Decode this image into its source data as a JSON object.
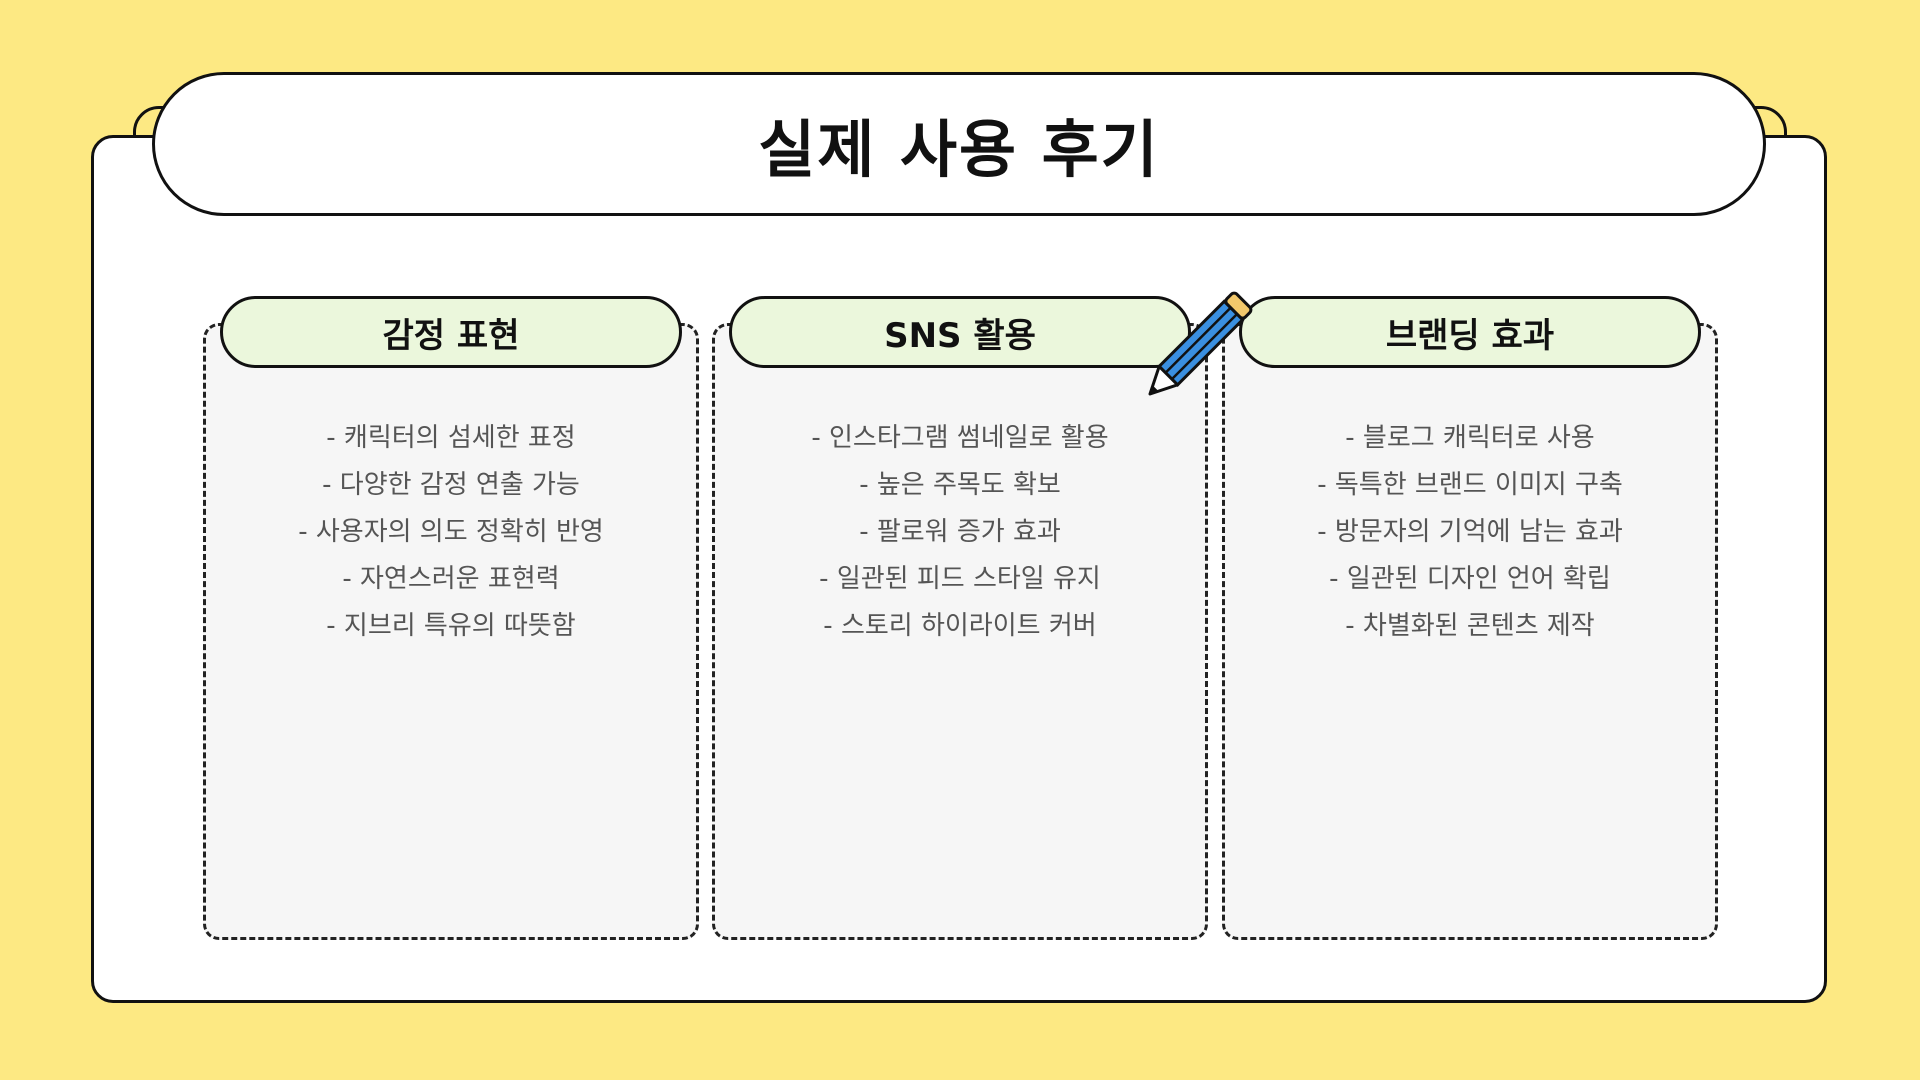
{
  "title": "실제 사용 후기",
  "columns": [
    {
      "header": "감정 표현",
      "items": [
        "- 캐릭터의 섬세한 표정",
        "- 다양한 감정 연출 가능",
        "- 사용자의 의도 정확히 반영",
        "- 자연스러운 표현력",
        "- 지브리 특유의 따뜻함"
      ]
    },
    {
      "header": "SNS 활용",
      "items": [
        "- 인스타그램 썸네일로 활용",
        "- 높은 주목도 확보",
        "- 팔로워 증가 효과",
        "- 일관된 피드 스타일 유지",
        "- 스토리 하이라이트 커버"
      ]
    },
    {
      "header": "브랜딩 효과",
      "items": [
        "- 블로그 캐릭터로 사용",
        "- 독특한 브랜드 이미지 구축",
        "- 방문자의 기억에 남는 효과",
        "- 일관된 디자인 언어 확립",
        "- 차별화된 콘텐츠 제작"
      ]
    }
  ],
  "icons": {
    "decoration": "pencil-icon"
  },
  "colors": {
    "background": "#fde983",
    "card": "#ffffff",
    "header_fill": "#ebf7dc",
    "column_fill": "#f6f6f6",
    "pencil_body": "#3a8fe0",
    "pencil_tip": "#f2c86b"
  }
}
